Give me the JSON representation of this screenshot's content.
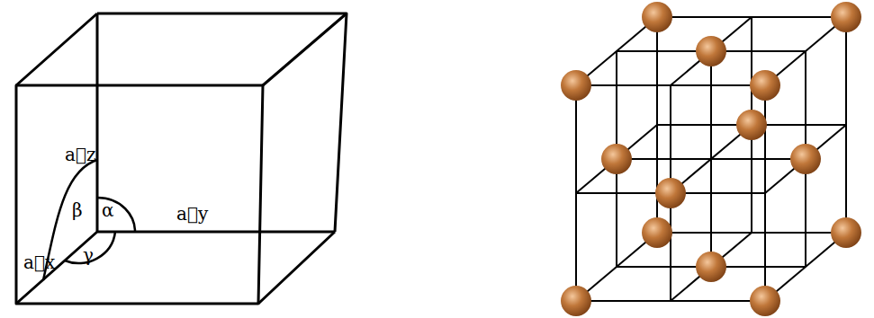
{
  "diagram": {
    "labels": [
      "a⃗z",
      "β",
      "α",
      "a⃗y",
      "a⃗x",
      "γ"
    ]
  }
}
